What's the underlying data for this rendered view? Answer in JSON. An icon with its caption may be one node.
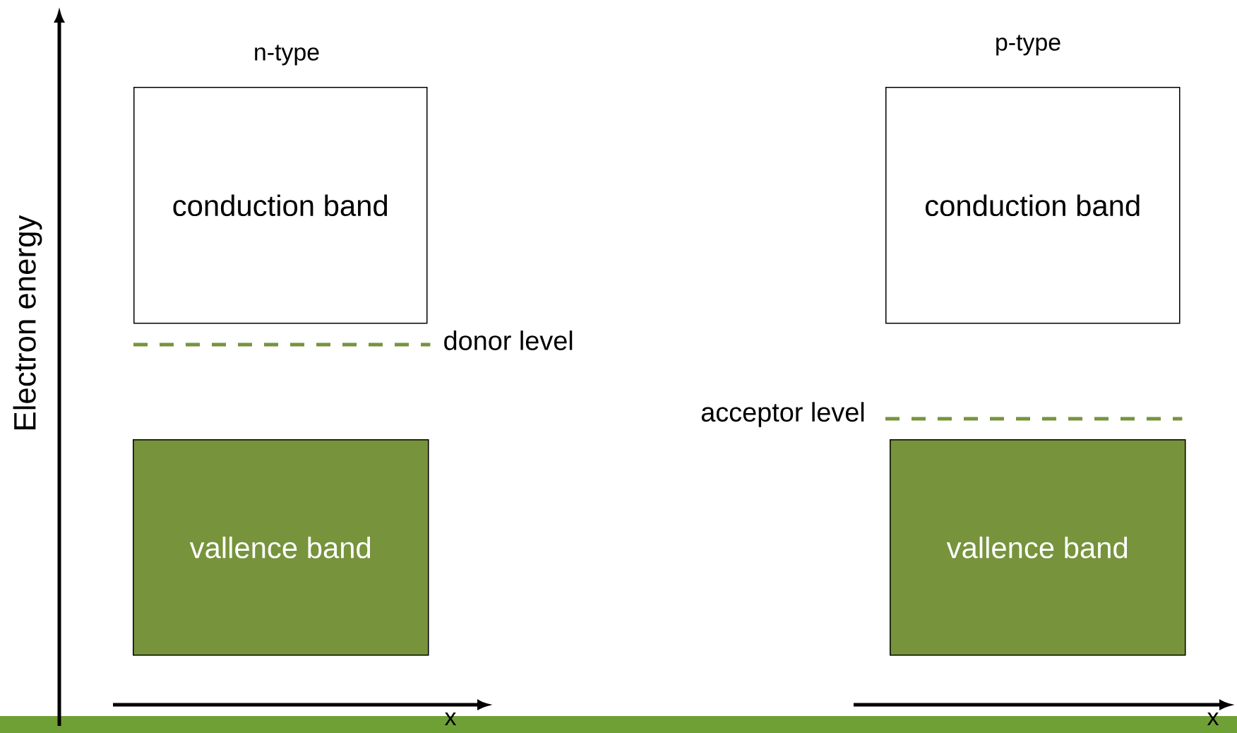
{
  "diagram": {
    "nodes": [
      {
        "text": [
          "conduction band"
        ]
      },
      {
        "text": [],
        "shape": "line",
        "beside": [
          "donor level"
        ]
      },
      {
        "text": [
          "vallence band"
        ]
      },
      {
        "text": [
          "conduction band"
        ]
      },
      {
        "text": [],
        "shape": "line",
        "beside": [
          "acceptor level"
        ]
      },
      {
        "text": [
          "vallence band"
        ]
      }
    ],
    "edges": [],
    "labels": [
      "Electron energy",
      "n-type",
      "p-type",
      "x",
      "x"
    ]
  }
}
